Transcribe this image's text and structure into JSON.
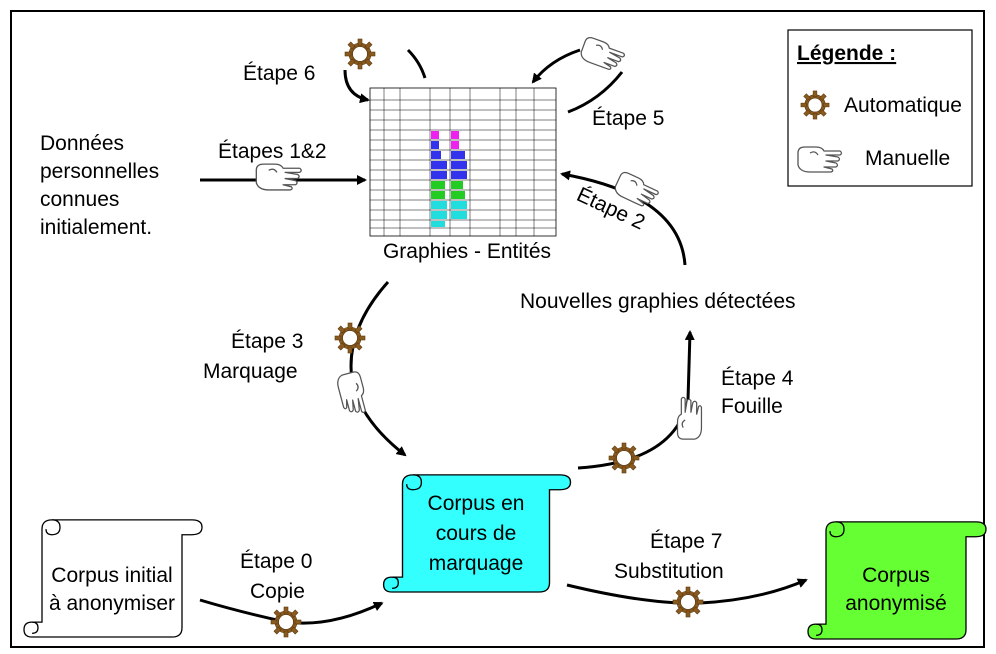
{
  "legend": {
    "title": "Légende :",
    "automatic": "Automatique",
    "manual": "Manuelle"
  },
  "nodes": {
    "table": "Graphies - Entités",
    "initial_data": [
      "Données",
      "personnelles",
      "connues",
      "initialement."
    ],
    "new_graphies": "Nouvelles graphies détectées",
    "corpus_initial": [
      "Corpus initial",
      "à anonymiser"
    ],
    "corpus_marking": [
      "Corpus en",
      "cours de",
      "marquage"
    ],
    "corpus_anon": [
      "Corpus",
      "anonymisé"
    ]
  },
  "steps": {
    "s0": [
      "Étape 0",
      "Copie"
    ],
    "s12": "Étapes 1&2",
    "s2": "Étape 2",
    "s3": [
      "Étape 3",
      "Marquage"
    ],
    "s4": [
      "Étape 4",
      "Fouille"
    ],
    "s5": "Étape 5",
    "s6": "Étape 6",
    "s7": [
      "Étape 7",
      "Substitution"
    ]
  },
  "colors": {
    "corpus_marking": "#33ffff",
    "corpus_anon": "#66ff33",
    "corpus_initial": "#ffffff",
    "gear": "#8b5a1e",
    "table_blue": "#3333ee",
    "table_magenta": "#ee22ee",
    "table_green": "#22cc22",
    "table_cyan": "#22dddd"
  }
}
